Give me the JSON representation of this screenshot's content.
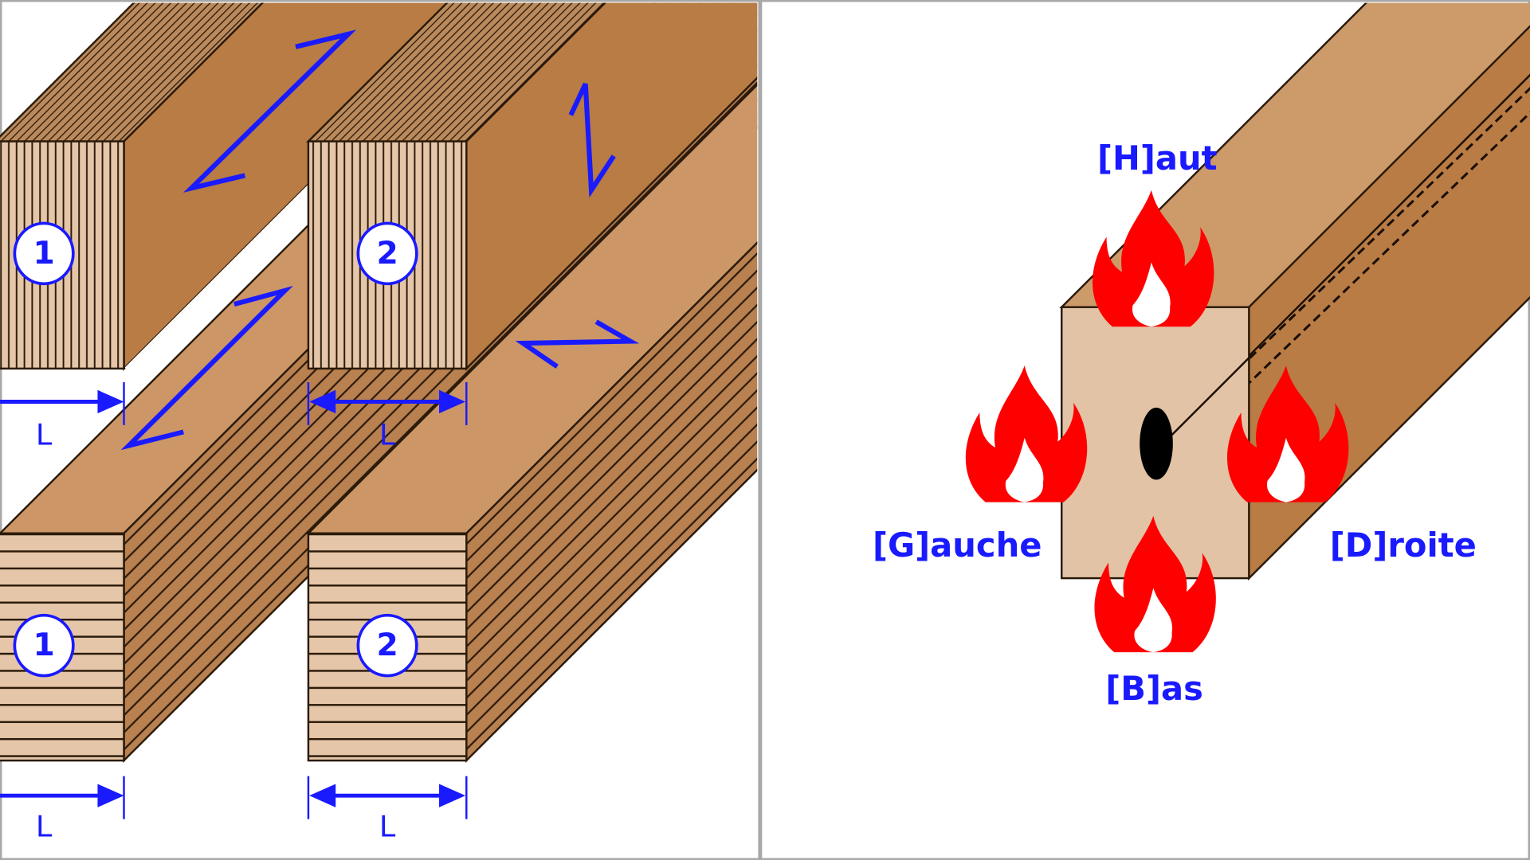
{
  "left_panel": {
    "upper_row": {
      "beam_1_number": "1",
      "beam_2_number": "2",
      "dimension_1": "L",
      "dimension_2": "L"
    },
    "lower_row": {
      "beam_1_number": "1",
      "beam_2_number": "2",
      "dimension_1": "L",
      "dimension_2": "L"
    }
  },
  "right_panel": {
    "labels": {
      "top": "[H]aut",
      "left": "[G]auche",
      "right": "[D]roite",
      "bottom": "[B]as"
    }
  },
  "colors": {
    "accent": "#1a1aff",
    "flame": "#ff0000",
    "wood_dark": "#b87c44",
    "wood_light": "#cc9666",
    "wood_face": "#e6c6a8"
  }
}
